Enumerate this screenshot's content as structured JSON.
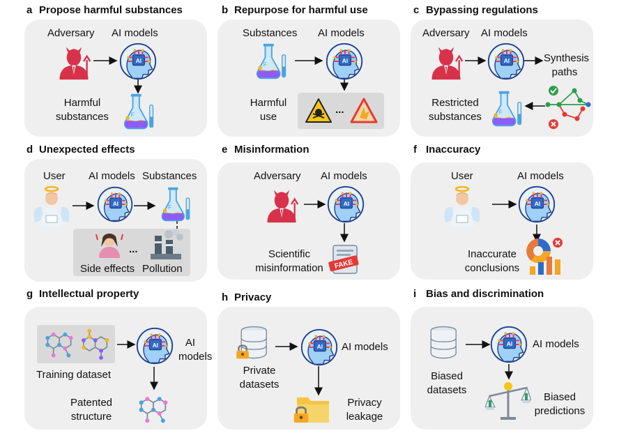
{
  "panels": {
    "a": {
      "letter": "a",
      "title": "Propose harmful substances",
      "adversary": "Adversary",
      "ai": "AI models",
      "harmful": "Harmful substances"
    },
    "b": {
      "letter": "b",
      "title": "Repurpose for harmful use",
      "substances": "Substances",
      "ai": "AI models",
      "use": "Harmful use",
      "dots": "..."
    },
    "c": {
      "letter": "c",
      "title": "Bypassing regulations",
      "adversary": "Adversary",
      "ai": "AI models",
      "paths": "Synthesis paths",
      "restricted": "Restricted substances"
    },
    "d": {
      "letter": "d",
      "title": "Unexpected effects",
      "user": "User",
      "ai": "AI models",
      "substances": "Substances",
      "side": "Side effects",
      "pollution": "Pollution",
      "dots": "..."
    },
    "e": {
      "letter": "e",
      "title": "Misinformation",
      "adversary": "Adversary",
      "ai": "AI models",
      "misinfo": "Scientific misinformation",
      "fake": "FAKE"
    },
    "f": {
      "letter": "f",
      "title": "Inaccuracy",
      "user": "User",
      "ai": "AI models",
      "conclusions": "Inaccurate conclusions"
    },
    "g": {
      "letter": "g",
      "title": "Intellectual property",
      "ai": "AI models",
      "training": "Training dataset",
      "patented": "Patented structure"
    },
    "h": {
      "letter": "h",
      "title": "Privacy",
      "ai": "AI models",
      "private": "Private datasets",
      "leak": "Privacy leakage"
    },
    "i": {
      "letter": "i",
      "title": "Bias and discrimination",
      "ai": "AI models",
      "biased": "Biased datasets",
      "pred": "Biased predictions"
    }
  },
  "colors": {
    "panel_bg": "#efefef",
    "inset_bg": "#d9d9d9",
    "devil": "#d8314a",
    "ai_head": "#2f6cc9",
    "flask": "#4aa3df",
    "liquid": "#f5b323",
    "purple": "#8b5cf6",
    "ok": "#2e9e4a",
    "bad": "#e53935"
  }
}
